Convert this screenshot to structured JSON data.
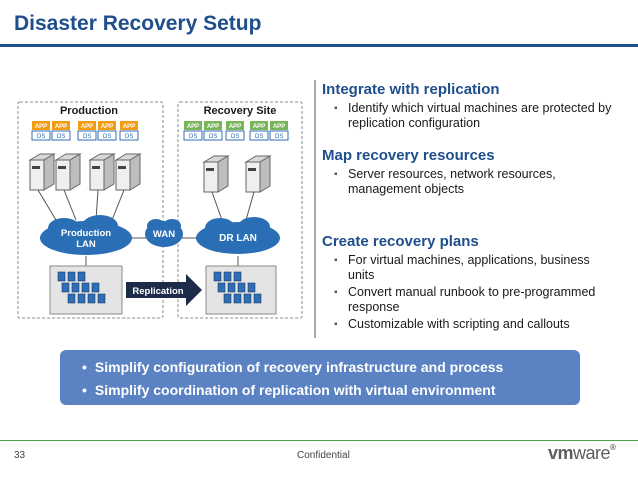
{
  "title": "Disaster Recovery Setup",
  "diagram": {
    "production_label": "Production",
    "recovery_label": "Recovery Site",
    "app_label": "APP",
    "os_label": "OS",
    "prod_lan_line1": "Production",
    "prod_lan_line2": "LAN",
    "wan_label": "WAN",
    "dr_lan_label": "DR LAN",
    "replication_label": "Replication",
    "colors": {
      "prod_app": "#f39c12",
      "dr_app": "#7ab55c",
      "os_box": "#2f6db5",
      "cloud": "#2a6fb5",
      "arrow": "#1c2b4a"
    }
  },
  "sections": [
    {
      "heading": "Integrate with replication",
      "bullets": [
        "Identify which virtual machines are protected by replication configuration"
      ]
    },
    {
      "heading": "Map recovery resources",
      "bullets": [
        "Server resources, network resources, management objects"
      ]
    },
    {
      "heading": "Create recovery plans",
      "bullets": [
        "For virtual machines, applications, business units",
        "Convert manual runbook to pre-programmed response",
        "Customizable with scripting and callouts"
      ]
    }
  ],
  "banner": {
    "line1": "Simplify configuration of recovery infrastructure and process",
    "line2": "Simplify coordination of replication with virtual environment"
  },
  "footer": {
    "page": "33",
    "confidential": "Confidential",
    "logo_prefix": "vm",
    "logo_suffix": "ware"
  }
}
